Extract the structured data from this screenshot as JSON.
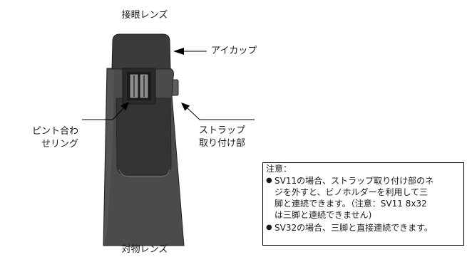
{
  "labels": {
    "eyepiece": "接眼レンズ",
    "eyecup": "アイカップ",
    "focus_ring": [
      "ピント合わ",
      "せリング"
    ],
    "strap_mount": [
      "ストラップ",
      "取り付け部"
    ],
    "objective": "対物レンズ"
  },
  "note": {
    "title": "注意：",
    "bullet": "●",
    "items": [
      {
        "lines": [
          "SV11の場合、ストラップ取り付け部のネ",
          "ジを外すと、ビノホルダーを利用して三",
          "脚と連続できます。（注意：SV11 8x32",
          "は三脚と連続できません)"
        ]
      },
      {
        "lines": [
          "SV32の場合、三脚と直接連続できます。"
        ]
      }
    ]
  },
  "colors": {
    "eyecup": "#3b3b3b",
    "body": "#4b4b4b",
    "inner_panel": "#343434",
    "focus_housing": "#2a2a2a",
    "focus_wheel": "#8d8d8d",
    "strap_lug": "#5e5e5e",
    "leader": "#000000"
  }
}
